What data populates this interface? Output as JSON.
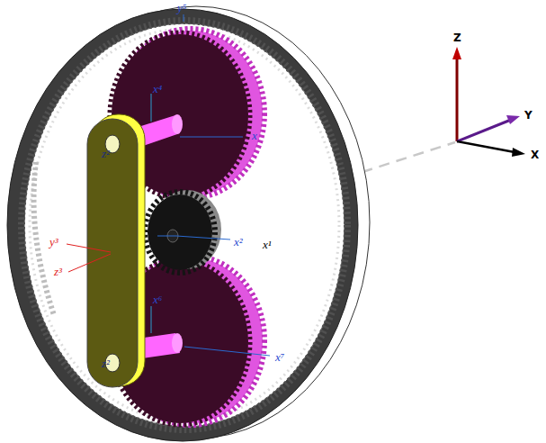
{
  "diagram": {
    "labels": [
      "y⁵",
      "x⁴",
      "z²",
      "x",
      "y³",
      "z³",
      "x²",
      "x¹",
      "x⁶",
      "z²",
      "x⁷",
      "Z",
      "Y",
      "X"
    ]
  }
}
